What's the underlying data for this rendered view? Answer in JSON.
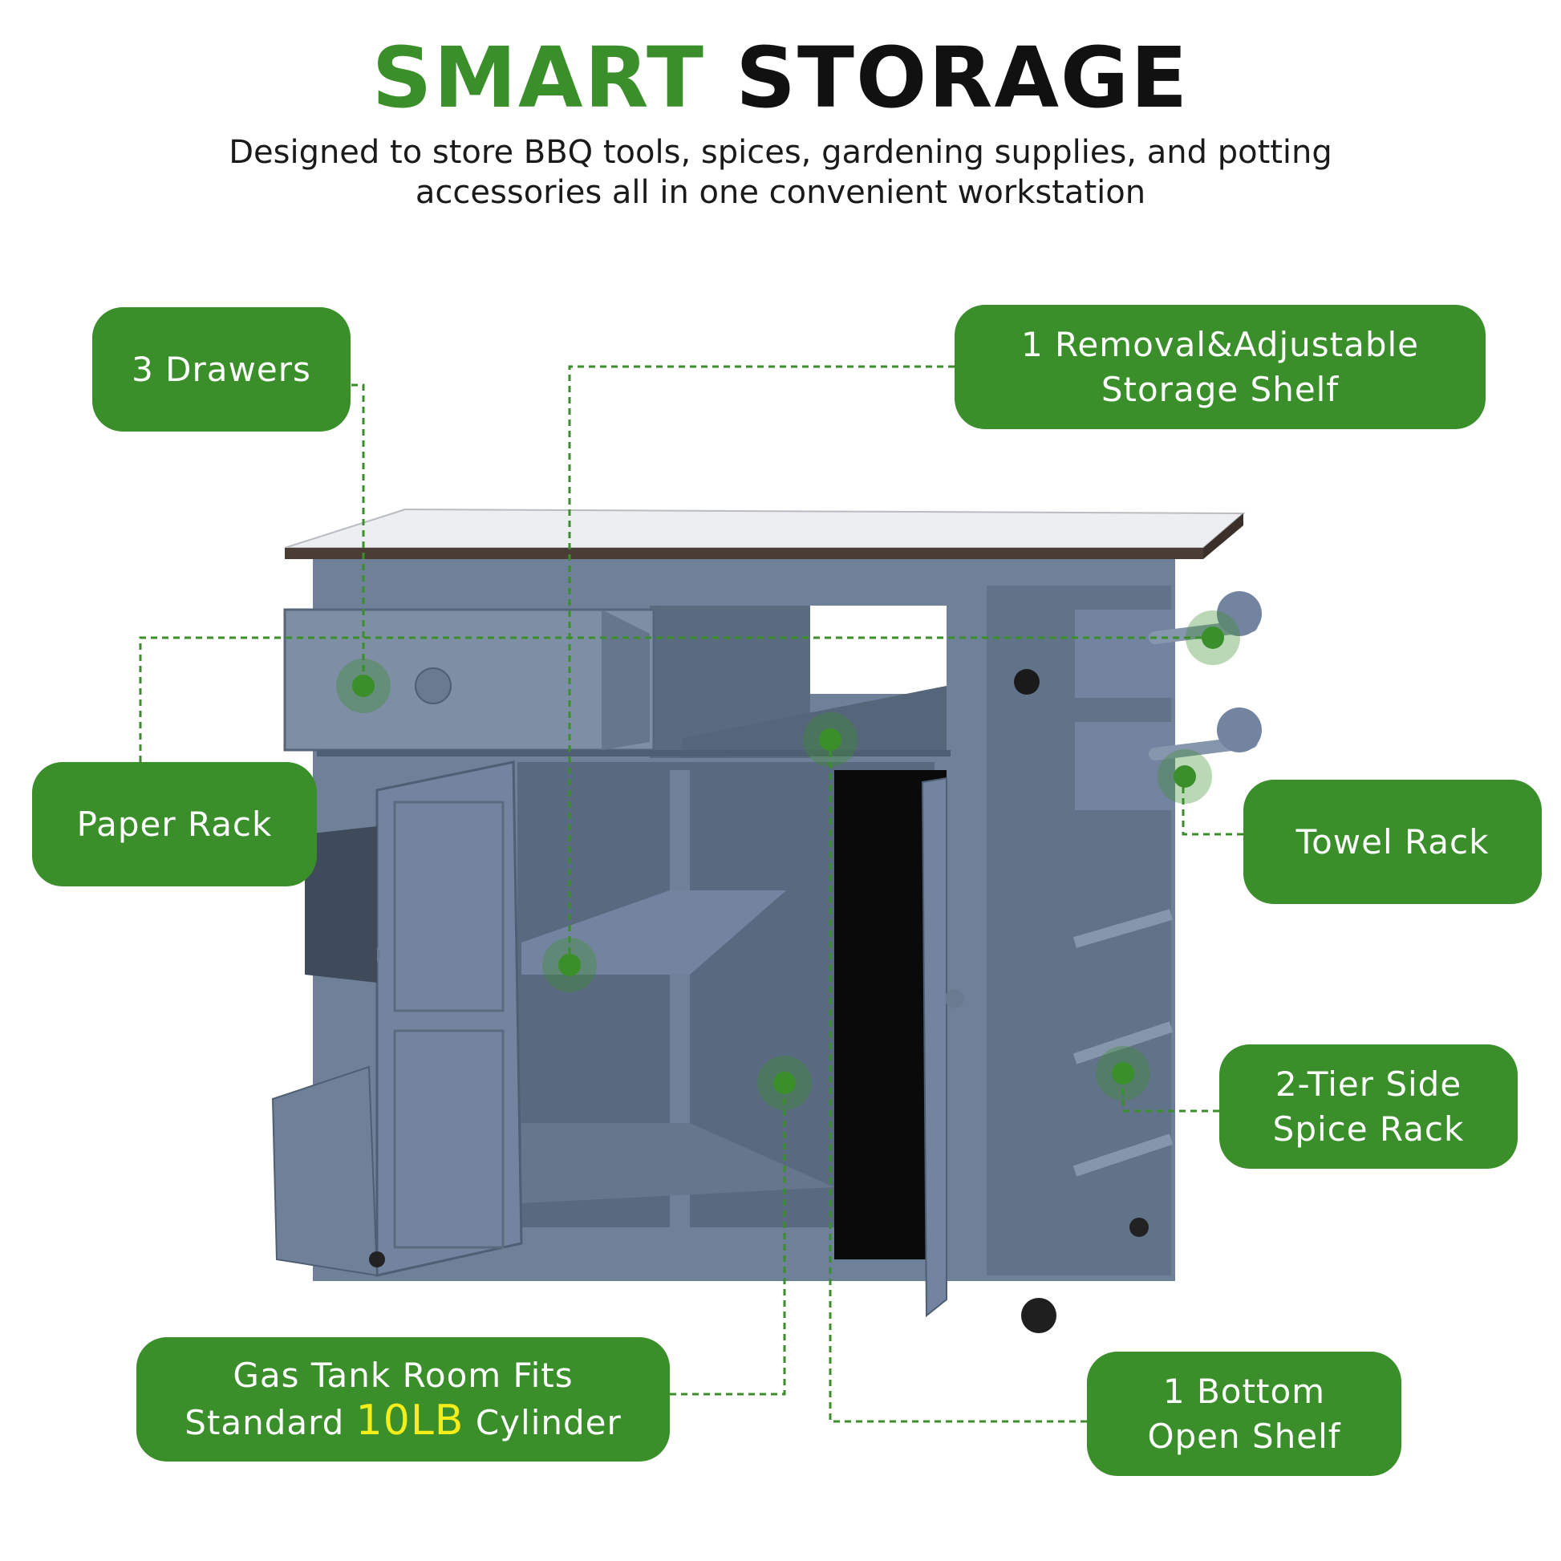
{
  "header": {
    "title_green": "SMART",
    "title_black": "STORAGE",
    "subtitle_line1": "Designed to store BBQ tools, spices, gardening supplies, and potting",
    "subtitle_line2": "accessories all in one convenient workstation"
  },
  "callouts": {
    "drawers": "3 Drawers",
    "shelf_line1": "1 Removal&Adjustable",
    "shelf_line2": "Storage Shelf",
    "paper_rack": "Paper Rack",
    "towel_rack": "Towel Rack",
    "spice_line1": "2-Tier Side",
    "spice_line2": "Spice Rack",
    "gas_line1": "Gas Tank Room Fits",
    "gas_line2_pre": "Standard",
    "gas_line2_highlight": "10LB",
    "gas_line2_post": "Cylinder",
    "bottom_line1": "1 Bottom",
    "bottom_line2": "Open Shelf"
  },
  "colors": {
    "brand_green": "#3a8f2b",
    "highlight_yellow": "#f5ee1a",
    "cabinet_blue_gray": "#6f8199"
  }
}
